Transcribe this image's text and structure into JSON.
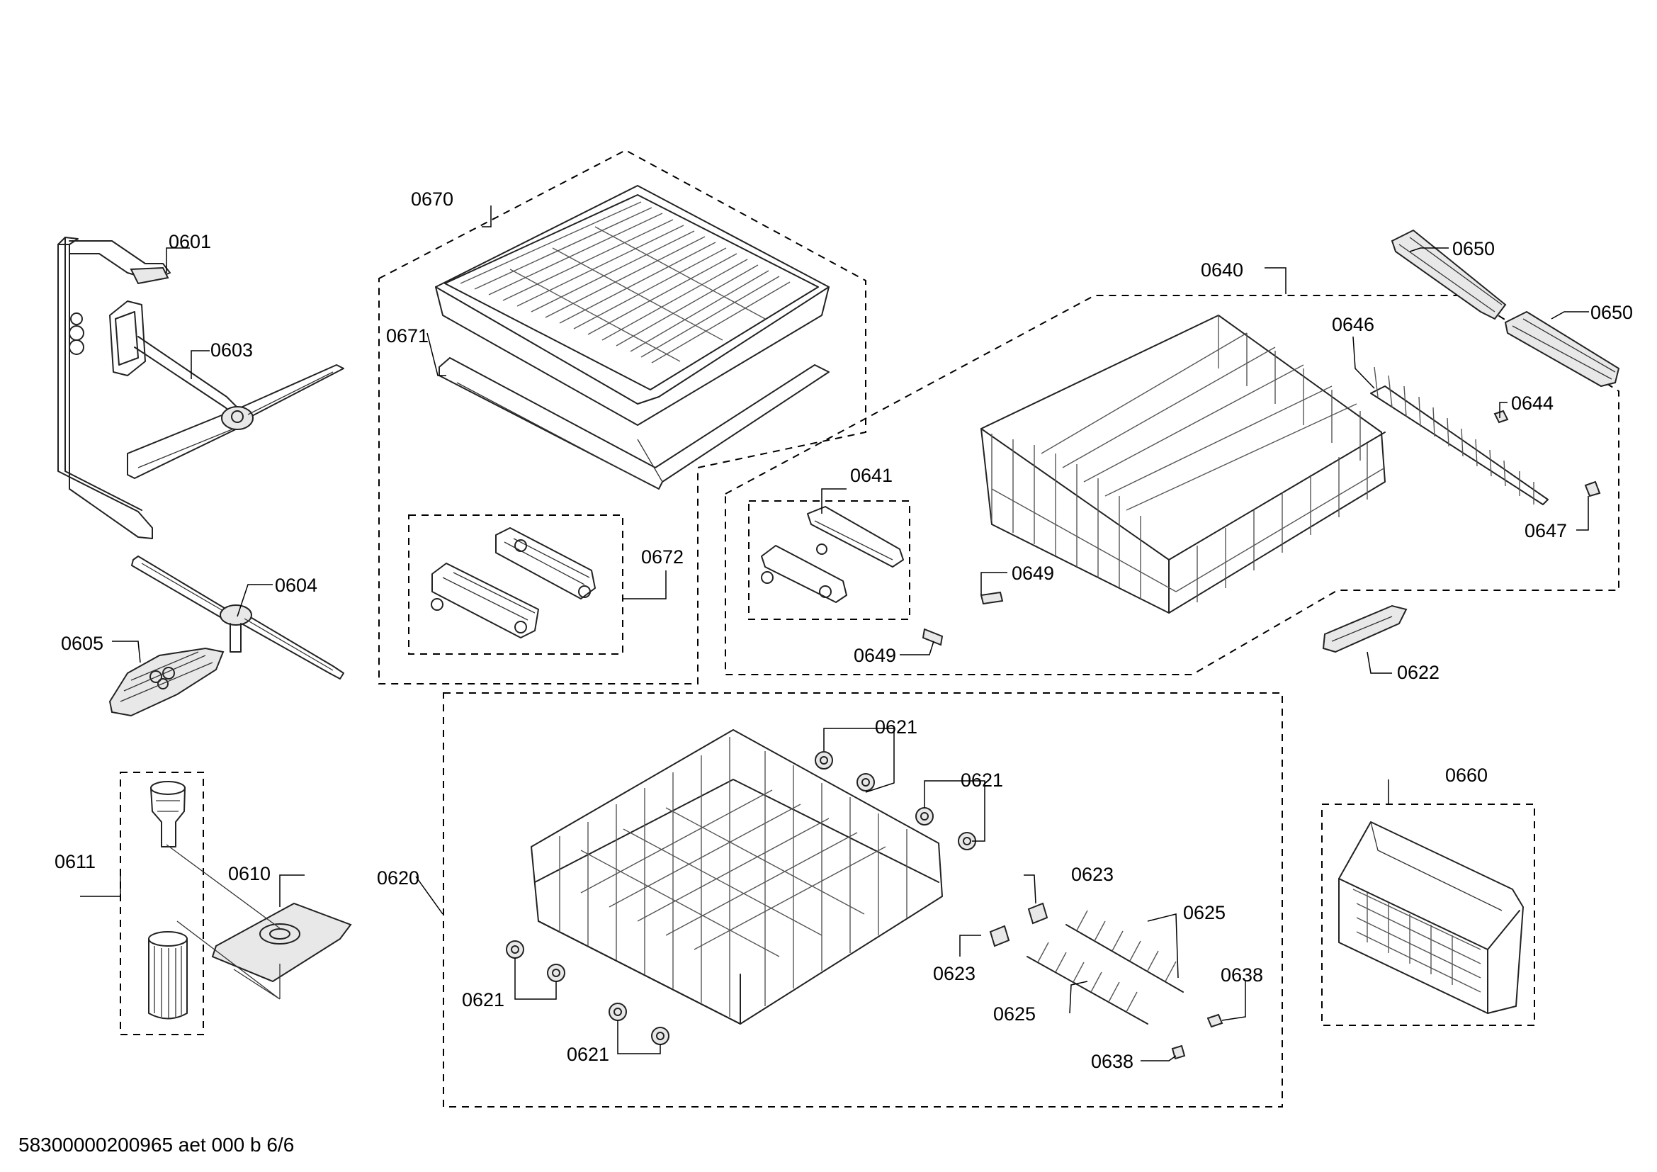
{
  "callouts": {
    "c0601": "0601",
    "c0603": "0603",
    "c0604": "0604",
    "c0605": "0605",
    "c0611": "0611",
    "c0610": "0610",
    "c0670": "0670",
    "c0671": "0671",
    "c0672": "0672",
    "c0620": "0620",
    "c0640": "0640",
    "c0641": "0641",
    "c0649a": "0649",
    "c0649b": "0649",
    "c0650a": "0650",
    "c0650b": "0650",
    "c0646": "0646",
    "c0644": "0644",
    "c0647": "0647",
    "c0622": "0622",
    "c0621a": "0621",
    "c0621b": "0621",
    "c0621c": "0621",
    "c0621d": "0621",
    "c0623a": "0623",
    "c0623b": "0623",
    "c0625a": "0625",
    "c0625b": "0625",
    "c0638a": "0638",
    "c0638b": "0638",
    "c0660": "0660"
  },
  "footer": {
    "code": "58300000200965 aet 000 b 6/6"
  }
}
